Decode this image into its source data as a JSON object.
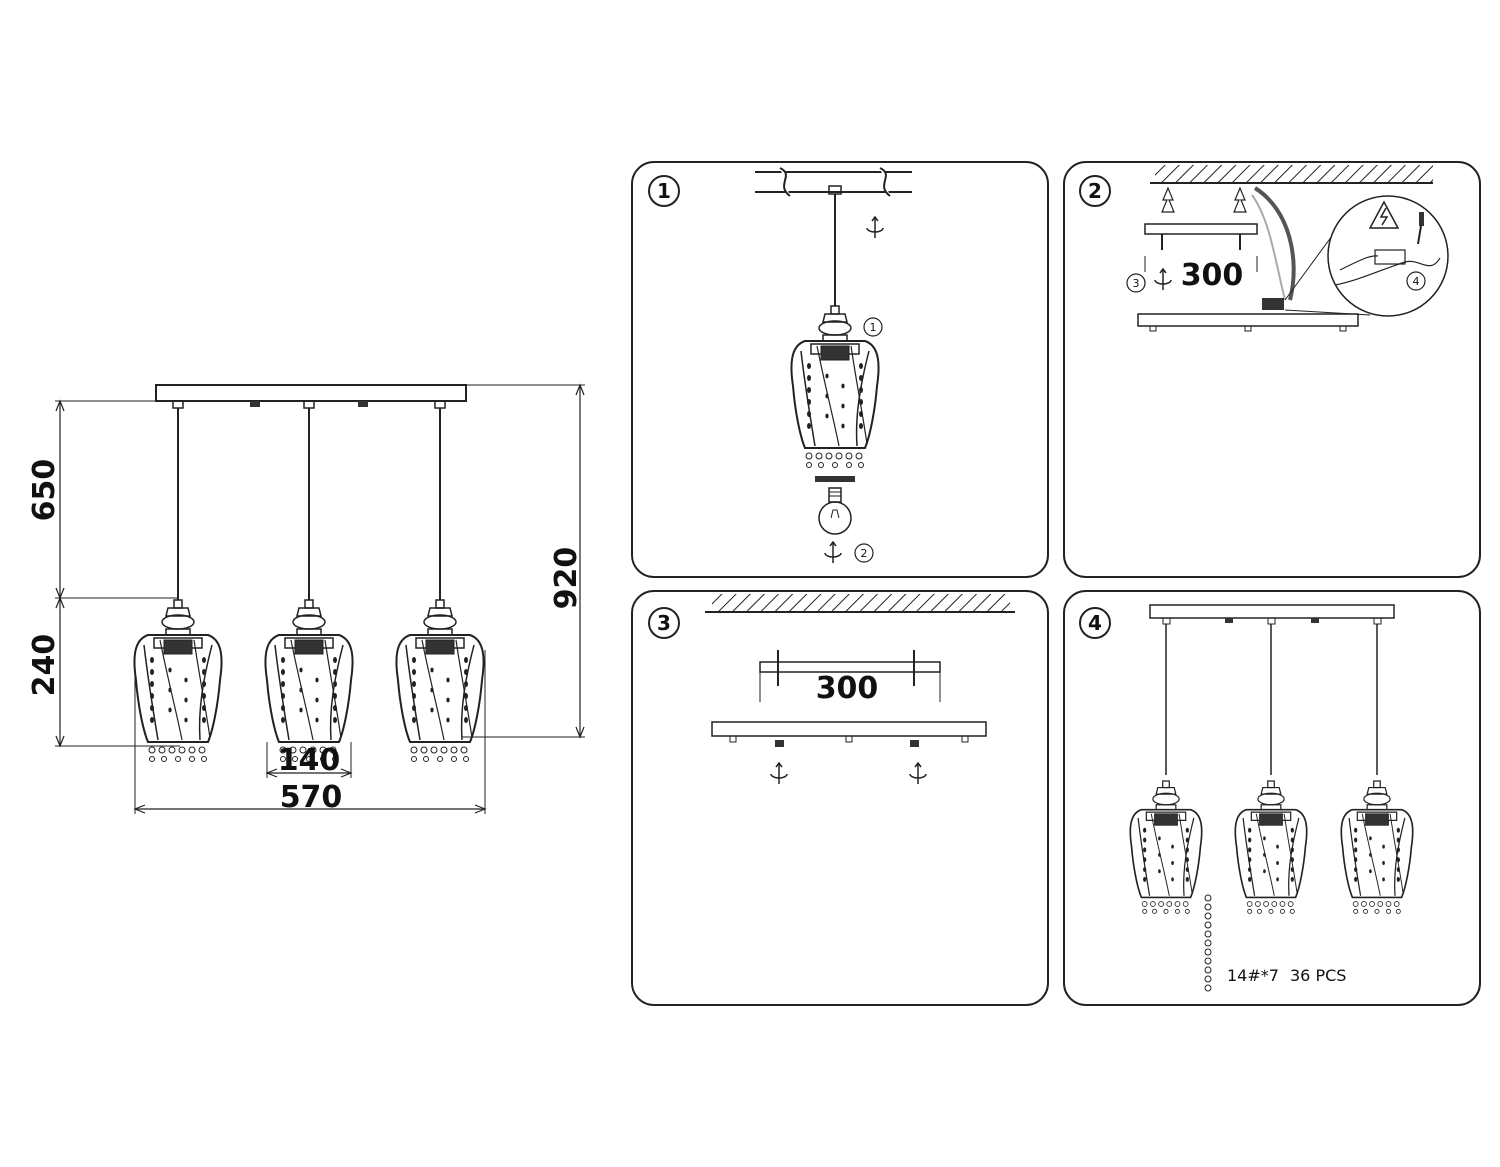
{
  "dimensions": {
    "top_height": "650",
    "bottom_height": "240",
    "total_height": "920",
    "shade_width": "140",
    "total_width": "570"
  },
  "panels": [
    {
      "number": "1",
      "callouts": [
        "1",
        "2"
      ]
    },
    {
      "number": "2",
      "plate_length": "300",
      "callouts": [
        "3",
        "4"
      ]
    },
    {
      "number": "3",
      "plate_length": "300"
    },
    {
      "number": "4",
      "crystal_spec": "14#*7",
      "crystal_qty": "36 PCS"
    }
  ]
}
